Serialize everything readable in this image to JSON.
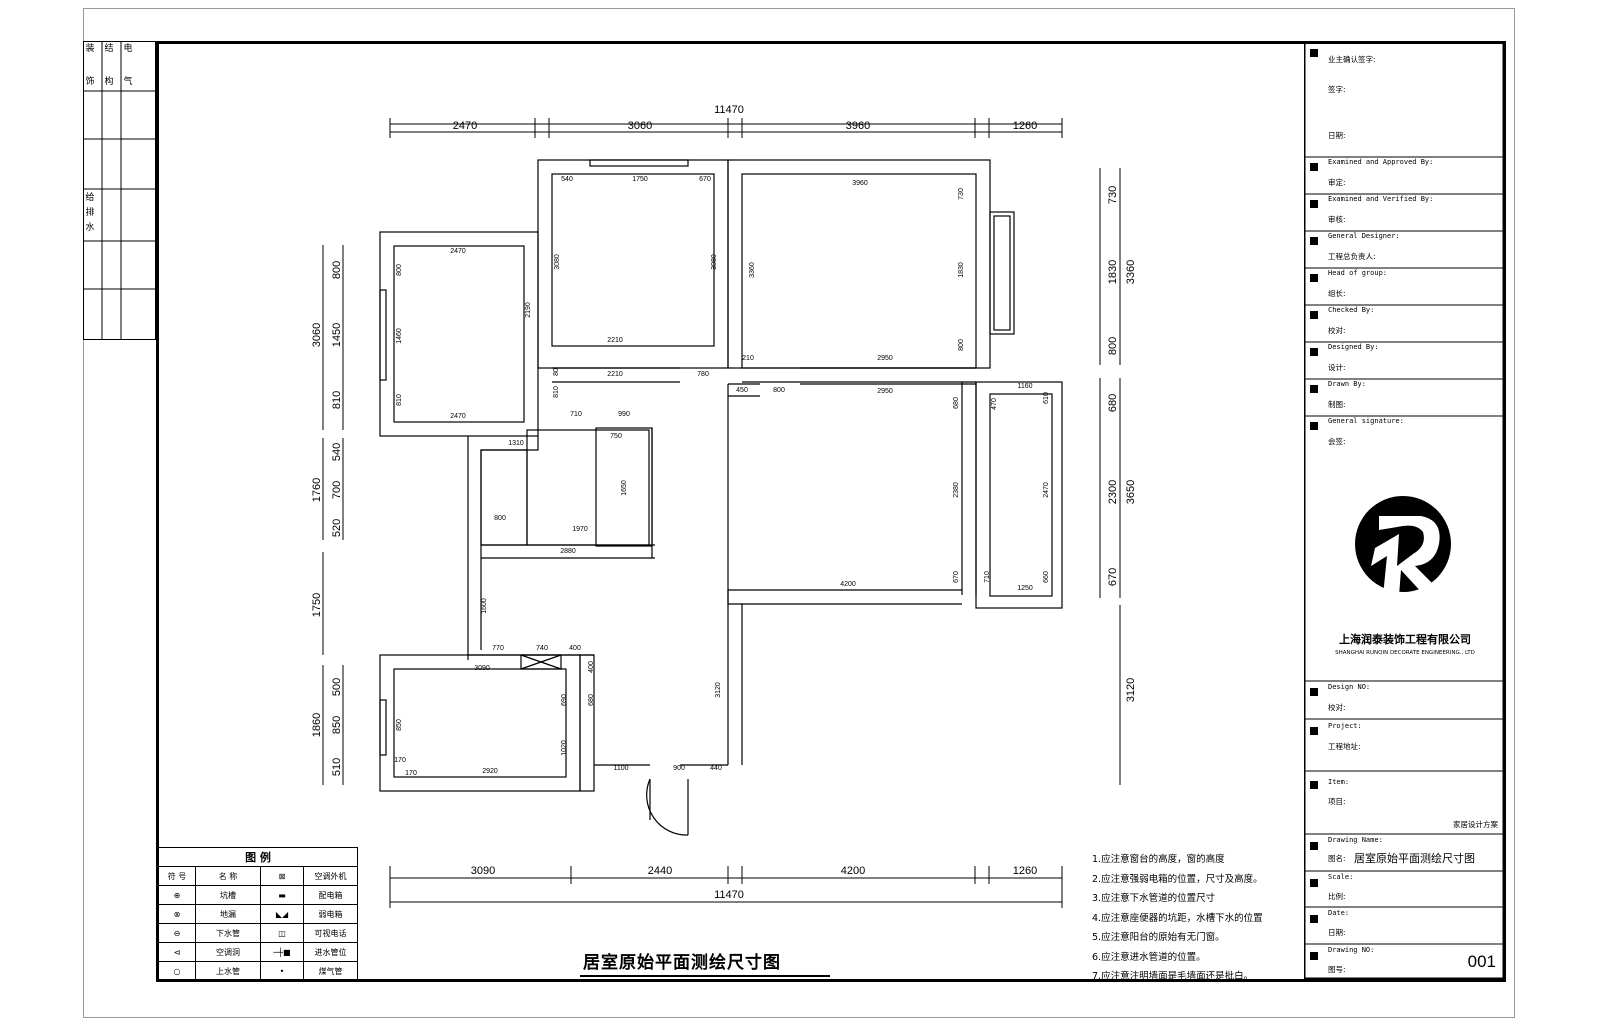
{
  "side_strip": {
    "cols": [
      "装饰",
      "结构",
      "电气"
    ],
    "col_chars": [
      [
        "装",
        "饰"
      ],
      [
        "结",
        "构"
      ],
      [
        "电",
        "气"
      ]
    ],
    "water_label": [
      "给",
      "排",
      "水"
    ]
  },
  "title_block": {
    "owner_confirm": "业主确认签字:",
    "sign": "签字:",
    "date": "日期:",
    "rows": [
      {
        "en": "Examined and Approved By:",
        "cn": "审定:"
      },
      {
        "en": "Examined and Verified By:",
        "cn": "审核:"
      },
      {
        "en": "General Designer:",
        "cn": "工程总负责人:"
      },
      {
        "en": "Head of group:",
        "cn": "组长:"
      },
      {
        "en": "Checked By:",
        "cn": "校对:"
      },
      {
        "en": "Designed By:",
        "cn": "设计:"
      },
      {
        "en": "Drawn By:",
        "cn": "制图:"
      },
      {
        "en": "General signature:",
        "cn": "会签:"
      }
    ],
    "company_cn": "上海润泰装饰工程有限公司",
    "company_en": "SHANGHAI RUNQIN DECORATE ENGINEERING., LTD",
    "rows2": [
      {
        "en": "Design NO:",
        "cn": "校对:"
      },
      {
        "en": "Project:",
        "cn": "工程地址:"
      },
      {
        "en": "Item:",
        "cn": "项目:"
      }
    ],
    "item_value": "家居设计方案",
    "drawing_name_en": "Drawing Name:",
    "drawing_name_cn": "图名:",
    "drawing_name_value": "居室原始平面测绘尺寸图",
    "scale_en": "Scale:",
    "scale_cn": "比例:",
    "date_en": "Date:",
    "date_cn": "日期:",
    "drawing_no_en": "Drawing NO:",
    "drawing_no_cn": "图号:",
    "drawing_no_value": "001"
  },
  "plan": {
    "top_total": "11470",
    "top_segments": [
      "2470",
      "3060",
      "3960",
      "1260"
    ],
    "bottom_total": "11470",
    "bottom_segments": [
      "3090",
      "2440",
      "4200",
      "1260"
    ],
    "left_outer": [
      "3060",
      "1760",
      "1750",
      "1860"
    ],
    "left_inner": [
      "800",
      "1450",
      "810",
      "540",
      "700",
      "520",
      "500",
      "850",
      "510"
    ],
    "right_inner": [
      "730",
      "1830",
      "800",
      "680",
      "2300",
      "670"
    ],
    "right_outer": [
      "3360",
      "3650",
      "3120"
    ],
    "small_dims": {
      "r1_w": "2470",
      "r1_w2": "2470",
      "r1_h1": "800",
      "r1_h2": "1460",
      "r1_h3": "810",
      "r1_side": "2190",
      "r2_a": "540",
      "r2_b": "1750",
      "r2_c": "670",
      "r2_h": "3080",
      "r2_h2": "3080",
      "r2_w": "2210",
      "r2_w2": "2210",
      "r3_w": "3960",
      "r3_h1": "730",
      "r3_h2": "1830",
      "r3_h3": "800",
      "r3_h": "3360",
      "r3_w2": "2950",
      "r3_w3": "2950",
      "c_a": "780",
      "c_b": "450",
      "c_c": "800",
      "c_d": "210",
      "c_e": "80",
      "c_f": "810",
      "k_a": "710",
      "k_b": "990",
      "k_c": "750",
      "k_d": "1650",
      "k_e": "1310",
      "k_f": "1970",
      "k_g": "2880",
      "k_h": "800",
      "b_a": "1160",
      "b_b": "680",
      "b_c": "2380",
      "b_d": "2470",
      "b_e": "670",
      "b_f": "1250",
      "b_g": "660",
      "b_h": "610",
      "b_i": "470",
      "b_j": "710",
      "l_w": "4200",
      "l_h": "3120",
      "l_v": "1600",
      "s_a": "770",
      "s_b": "740",
      "s_c": "400",
      "s_d": "3090",
      "s_e": "400",
      "s_f": "690",
      "s_g": "680",
      "s_h": "850",
      "s_i": "1020",
      "s_j": "2920",
      "s_k": "170",
      "s_l": "170",
      "e_a": "1100",
      "e_b": "900",
      "e_c": "440"
    }
  },
  "legend": {
    "title": "图  例",
    "header": [
      "符 号",
      "名  称",
      "",
      "空调外机"
    ],
    "rows": [
      {
        "name": "坑槽",
        "name2": "配电箱"
      },
      {
        "name": "地漏",
        "name2": "弱电箱"
      },
      {
        "name": "下水管",
        "name2": "可视电话"
      },
      {
        "name": "空调洞",
        "name2": "进水管位"
      },
      {
        "name": "上水管",
        "name2": "煤气管"
      }
    ]
  },
  "notes": [
    "1.应注意窗台的高度，窗的高度",
    "2.应注意强弱电箱的位置，尺寸及高度。",
    "3.应注意下水管道的位置尺寸",
    "4.应注意座便器的坑距，水槽下水的位置",
    "5.应注意阳台的原始有无门窗。",
    "6.应注意进水管道的位置。",
    "7.应注意注明墙面是毛墙面还是批白。"
  ],
  "main_title": "居室原始平面测绘尺寸图"
}
